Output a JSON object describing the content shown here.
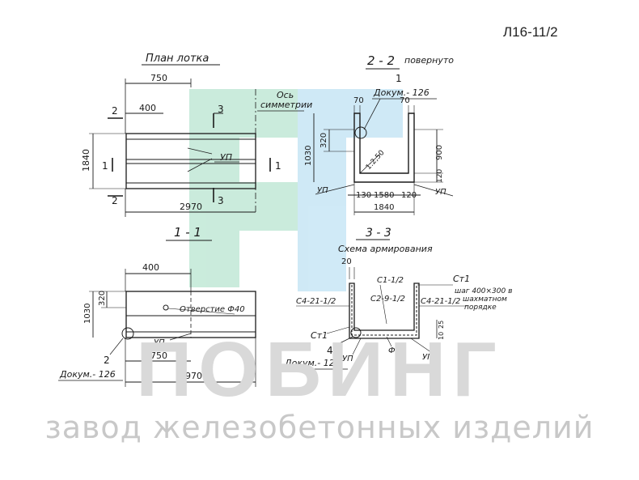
{
  "doc_code": "Л16-11/2",
  "brand": {
    "name": "ПОБИНГ",
    "subtitle": "завод железобетонных изделий",
    "logo_color": "#9fdcc0",
    "logo_color_2": "#a9d8f0"
  },
  "plan": {
    "title": "План лотка",
    "dim_top_750": "750",
    "dim_400": "400",
    "label_2": "2",
    "label_3": "3",
    "label_1": "1",
    "dim_1840": "1840",
    "dim_2970": "2970",
    "up": "УП",
    "axis_label_1": "Ось",
    "axis_label_2": "симметрии"
  },
  "section22": {
    "title": "2 - 2",
    "subtitle": "повернуто",
    "ref_1": "1",
    "ref_doc": "Докум.- 126",
    "dim_70a": "70",
    "dim_70b": "70",
    "dim_320": "320",
    "dim_900": "900",
    "dim_1030": "1030",
    "dim_120v": "120",
    "dim_120h": "120",
    "dim_130": "130",
    "dim_1580": "1580",
    "dim_1840": "1840",
    "slope": "1:2,50",
    "up_left": "УП",
    "up_right": "УП"
  },
  "section11": {
    "title": "1 - 1",
    "dim_400": "400",
    "dim_320": "320",
    "dim_1030": "1030",
    "hole": "Отверстие Ф40",
    "up": "УП",
    "dim_750": "750",
    "dim_2970": "2970",
    "ref_2": "2",
    "ref_doc": "Докум.- 126"
  },
  "section33": {
    "title": "3 - 3",
    "scheme": "Схема армирования",
    "dim_20": "20",
    "c1": "С1-1/2",
    "ct1_right": "Ст1",
    "pitch_1": "шаг 400×300 в",
    "pitch_2": "шахматном",
    "pitch_3": "порядке",
    "c4_left": "С4-21-1/2",
    "c2": "С2-9-1/2",
    "c4_right": "С4-21-1/2",
    "ct1_left": "Ст1",
    "ref_4": "4",
    "ref_doc": "Докум.- 126",
    "up_mid": "УП",
    "up_right": "УП",
    "phi1": "Ф1",
    "dim_25": "25",
    "dim_10": "10"
  }
}
